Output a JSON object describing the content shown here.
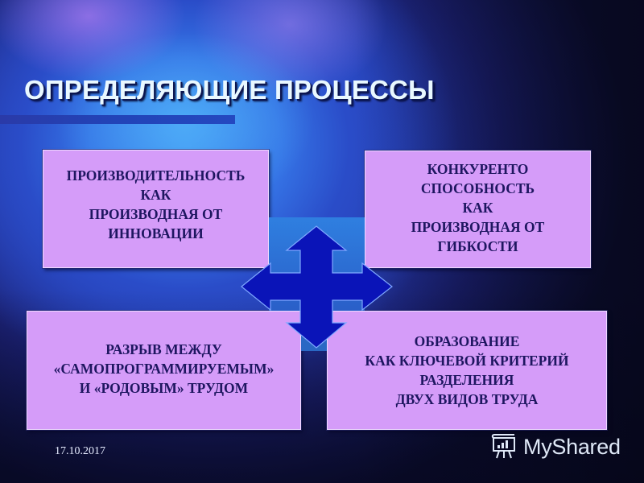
{
  "slide": {
    "title": "ОПРЕДЕЛЯЮЩИЕ ПРОЦЕССЫ",
    "colors": {
      "box_fill": "#d59cf9",
      "box_text": "#1e1660",
      "arrow_fill": "#0a14b8",
      "title_text": "#e9f8ff",
      "title_bar": "#2a3aa8"
    },
    "boxes": [
      {
        "id": "top-left",
        "lines": [
          "ПРОИЗВОДИТЕЛЬНОСТЬ",
          "КАК",
          "ПРОИЗВОДНАЯ ОТ",
          "ИННОВАЦИИ"
        ]
      },
      {
        "id": "top-right",
        "lines": [
          "КОНКУРЕНТО",
          "СПОСОБНОСТЬ",
          "КАК",
          "ПРОИЗВОДНАЯ ОТ",
          "ГИБКОСТИ"
        ]
      },
      {
        "id": "bottom-left",
        "lines": [
          "РАЗРЫВ МЕЖДУ",
          "«САМОПРОГРАММИРУЕМЫМ»",
          "И «РОДОВЫМ» ТРУДОМ"
        ]
      },
      {
        "id": "bottom-right",
        "lines": [
          "ОБРАЗОВАНИЕ",
          "КАК КЛЮЧЕВОЙ КРИТЕРИЙ",
          "РАЗДЕЛЕНИЯ",
          "ДВУХ ВИДОВ ТРУДА"
        ]
      }
    ],
    "center_icon": "four-way-arrow-icon",
    "footer": {
      "date": "17.10.2017",
      "watermark_text": "MyShared",
      "watermark_icon": "presentation-board-icon"
    }
  }
}
